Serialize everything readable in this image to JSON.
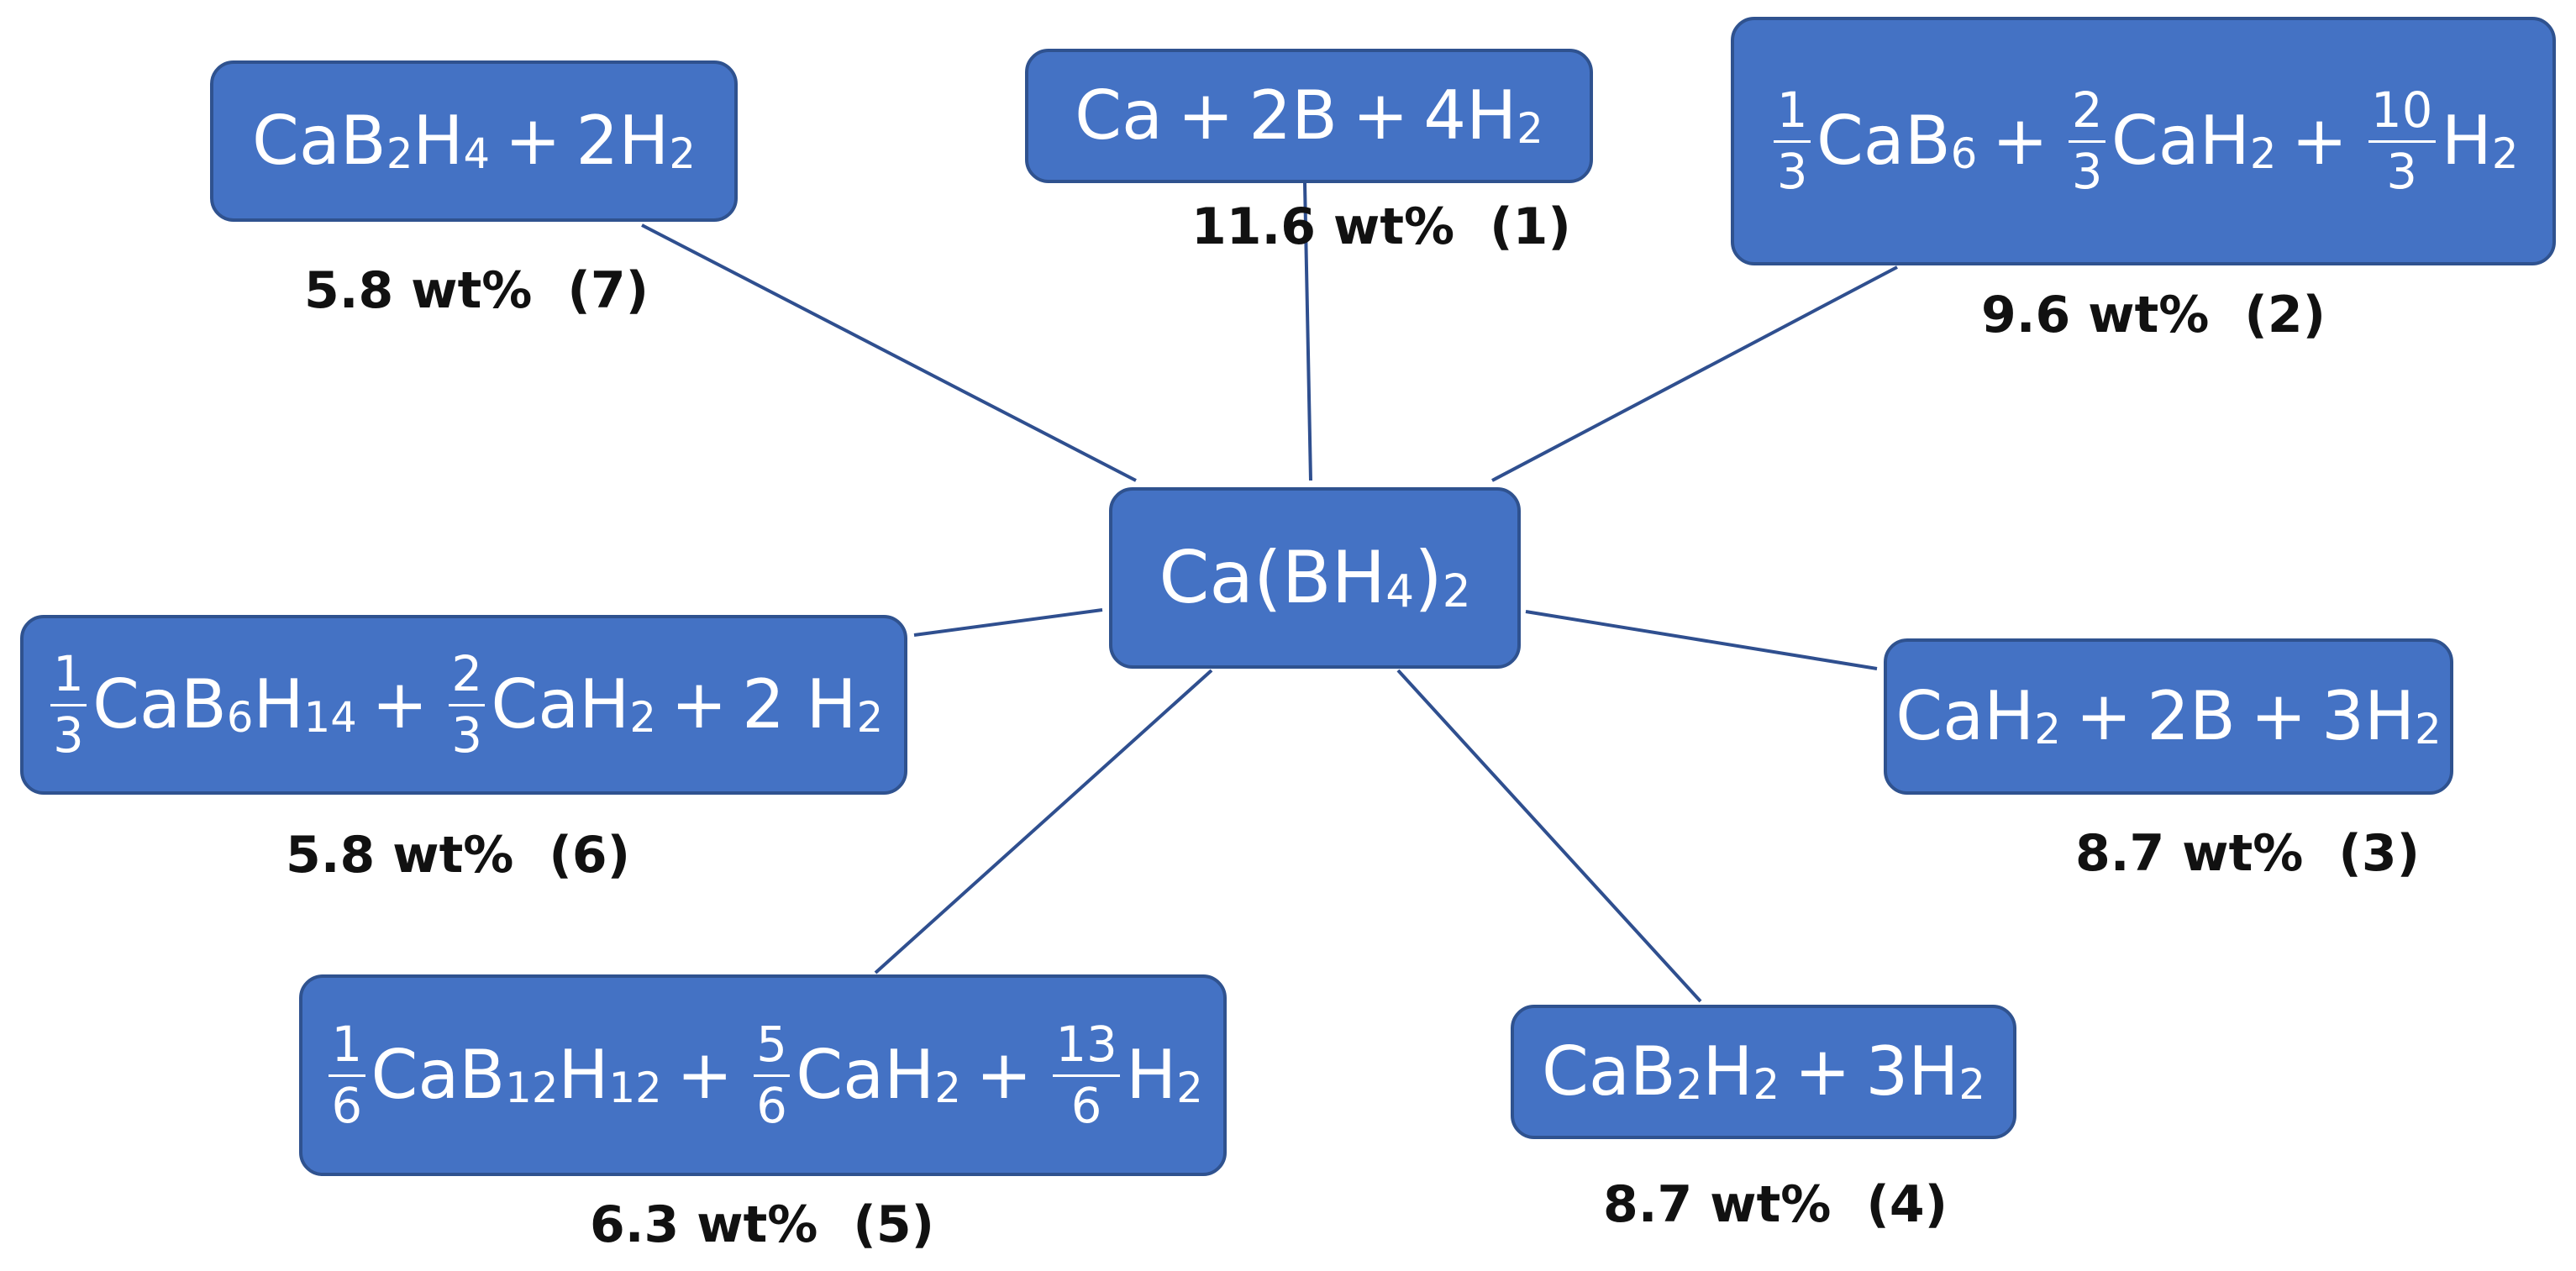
{
  "center": {
    "formula": [
      "Ca(BH",
      {
        "sub": "4"
      },
      ")",
      {
        "sub": "2"
      }
    ]
  },
  "nodes": [
    {
      "id": "1",
      "formula": [
        "Ca",
        {
          "op": "+"
        },
        "2B",
        {
          "op": "+"
        },
        "4H",
        {
          "sub": "2"
        }
      ],
      "wt": "11.6 wt%",
      "num": "(1)"
    },
    {
      "id": "2",
      "formula": [
        {
          "frac": [
            "1",
            "3"
          ]
        },
        "CaB",
        {
          "sub": "6"
        },
        {
          "op": "+"
        },
        {
          "frac": [
            "2",
            "3"
          ]
        },
        "CaH",
        {
          "sub": "2"
        },
        {
          "op": "+"
        },
        {
          "frac": [
            "10",
            "3"
          ]
        },
        "H",
        {
          "sub": "2"
        }
      ],
      "wt": "9.6 wt%",
      "num": "(2)"
    },
    {
      "id": "3",
      "formula": [
        "CaH",
        {
          "sub": "2"
        },
        {
          "op": "+"
        },
        "2B",
        {
          "op": "+"
        },
        "3H",
        {
          "sub": "2"
        }
      ],
      "wt": "8.7 wt%",
      "num": "(3)"
    },
    {
      "id": "4",
      "formula": [
        "CaB",
        {
          "sub": "2"
        },
        "H",
        {
          "sub": "2"
        },
        {
          "op": "+"
        },
        "3H",
        {
          "sub": "2"
        }
      ],
      "wt": "8.7 wt%",
      "num": "(4)"
    },
    {
      "id": "5",
      "formula": [
        {
          "frac": [
            "1",
            "6"
          ]
        },
        "CaB",
        {
          "sub": "12"
        },
        "H",
        {
          "sub": "12"
        },
        {
          "op": "+"
        },
        {
          "frac": [
            "5",
            "6"
          ]
        },
        "CaH",
        {
          "sub": "2"
        },
        {
          "op": "+"
        },
        {
          "frac": [
            "13",
            "6"
          ]
        },
        "H",
        {
          "sub": "2"
        }
      ],
      "wt": "6.3 wt%",
      "num": "(5)"
    },
    {
      "id": "6",
      "formula": [
        {
          "frac": [
            "1",
            "3"
          ]
        },
        "CaB",
        {
          "sub": "6"
        },
        "H",
        {
          "sub": "14"
        },
        {
          "op": "+"
        },
        {
          "frac": [
            "2",
            "3"
          ]
        },
        "CaH",
        {
          "sub": "2"
        },
        {
          "op": "+"
        },
        "2 H",
        {
          "sub": "2"
        }
      ],
      "wt": "5.8 wt%",
      "num": "(6)"
    },
    {
      "id": "7",
      "formula": [
        "CaB",
        {
          "sub": "2"
        },
        "H",
        {
          "sub": "4"
        },
        {
          "op": "+"
        },
        "2H",
        {
          "sub": "2"
        }
      ],
      "wt": "5.8 wt%",
      "num": "(7)"
    }
  ],
  "colors": {
    "box_fill": "#4472C4",
    "box_border": "#2F528F",
    "connector": "#2F4F8F",
    "label_text": "#111111"
  }
}
